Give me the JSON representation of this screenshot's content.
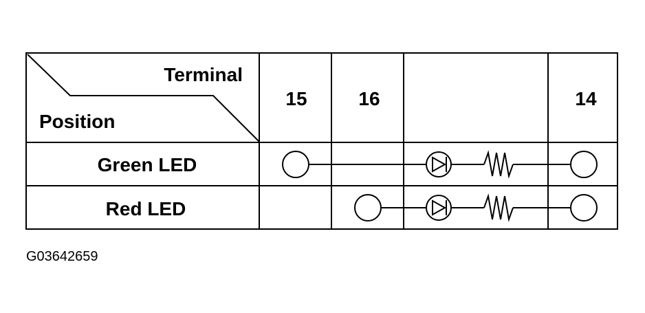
{
  "header": {
    "terminal_label": "Terminal",
    "position_label": "Position"
  },
  "columns": [
    "15",
    "16",
    "",
    "14"
  ],
  "rows": [
    {
      "label": "Green LED",
      "circuit": [
        "terminal",
        "wire",
        "led",
        "resistor",
        "terminal"
      ],
      "start_column": "15",
      "end_column": "14"
    },
    {
      "label": "Red LED",
      "circuit": [
        "terminal",
        "wire",
        "led",
        "resistor",
        "terminal"
      ],
      "start_column": "16",
      "end_column": "14"
    }
  ],
  "icons": {
    "terminal": "circle-terminal-icon",
    "led": "led-diode-icon",
    "resistor": "resistor-icon"
  },
  "figure_code": "G03642659"
}
